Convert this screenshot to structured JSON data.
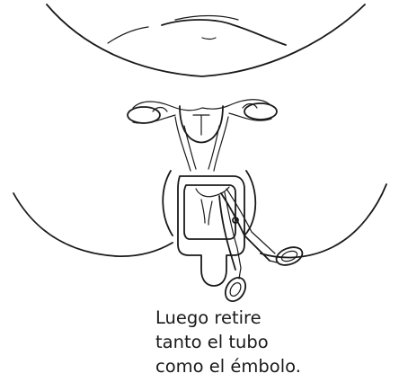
{
  "caption": {
    "line_1": "Luego retire",
    "line_2": "tanto el tubo",
    "line_3": "como el émbolo."
  }
}
